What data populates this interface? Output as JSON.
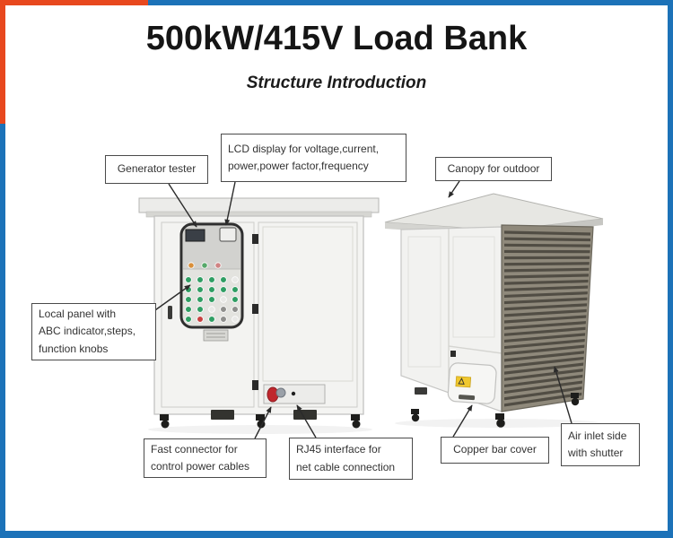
{
  "colors": {
    "accent_orange": "#E8481E",
    "accent_blue": "#1C72B8"
  },
  "header": {
    "title": "500kW/415V Load Bank",
    "subtitle": "Structure Introduction"
  },
  "callouts": {
    "generator_tester": [
      "Generator tester"
    ],
    "lcd_display": [
      "LCD display for voltage,current,",
      "power,power factor,frequency"
    ],
    "canopy": [
      "Canopy for outdoor"
    ],
    "local_panel": [
      "Local panel with",
      "ABC indicator,steps,",
      "function knobs"
    ],
    "fast_connector": [
      "Fast connector for",
      "control power cables"
    ],
    "rj45": [
      "RJ45 interface for",
      "net cable connection"
    ],
    "copper_bar": [
      "Copper bar cover"
    ],
    "air_inlet": [
      "Air inlet side",
      "with shutter"
    ]
  }
}
